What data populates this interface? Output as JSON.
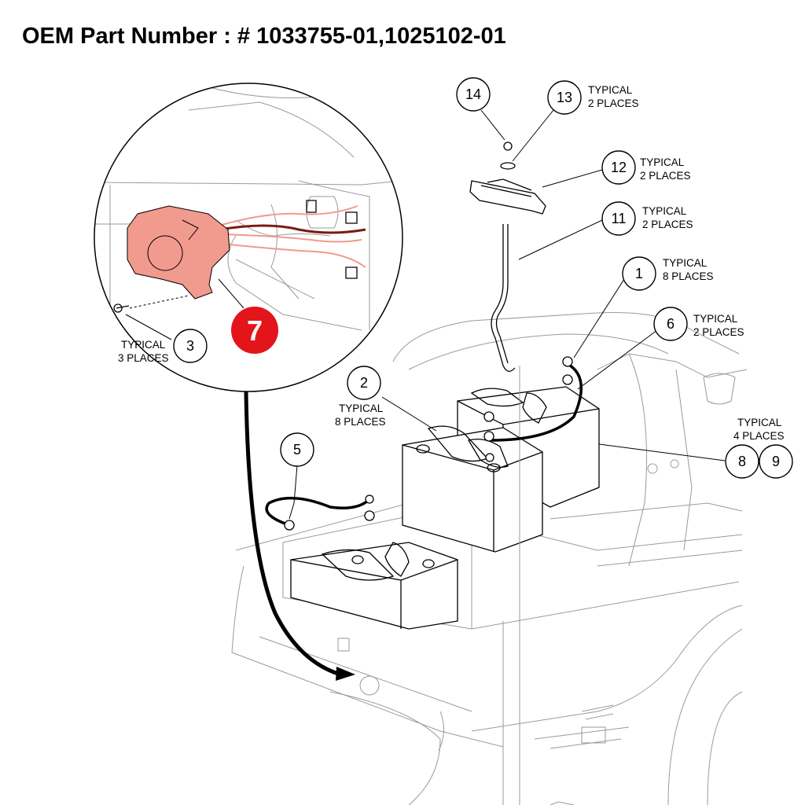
{
  "title": "OEM Part Number : # 1033755-01,1025102-01",
  "highlight_color": "#f19a8e",
  "badge_color": "#e3151b",
  "badge": {
    "number": "7"
  },
  "callouts": [
    {
      "id": "c14",
      "number": "14",
      "note": []
    },
    {
      "id": "c13",
      "number": "13",
      "note": [
        "TYPICAL",
        "2 PLACES"
      ]
    },
    {
      "id": "c12",
      "number": "12",
      "note": [
        "TYPICAL",
        "2 PLACES"
      ]
    },
    {
      "id": "c11",
      "number": "11",
      "note": [
        "TYPICAL",
        "2 PLACES"
      ]
    },
    {
      "id": "c1",
      "number": "1",
      "note": [
        "TYPICAL",
        "8 PLACES"
      ]
    },
    {
      "id": "c6",
      "number": "6",
      "note": [
        "TYPICAL",
        "2 PLACES"
      ]
    },
    {
      "id": "c2",
      "number": "2",
      "note": [
        "TYPICAL",
        "8 PLACES"
      ]
    },
    {
      "id": "c3",
      "number": "3",
      "note": [
        "TYPICAL",
        "3 PLACES"
      ]
    },
    {
      "id": "c5",
      "number": "5",
      "note": []
    },
    {
      "id": "c8",
      "number": "8",
      "note": [
        "TYPICAL",
        "4 PLACES"
      ]
    },
    {
      "id": "c9",
      "number": "9",
      "note": []
    }
  ]
}
